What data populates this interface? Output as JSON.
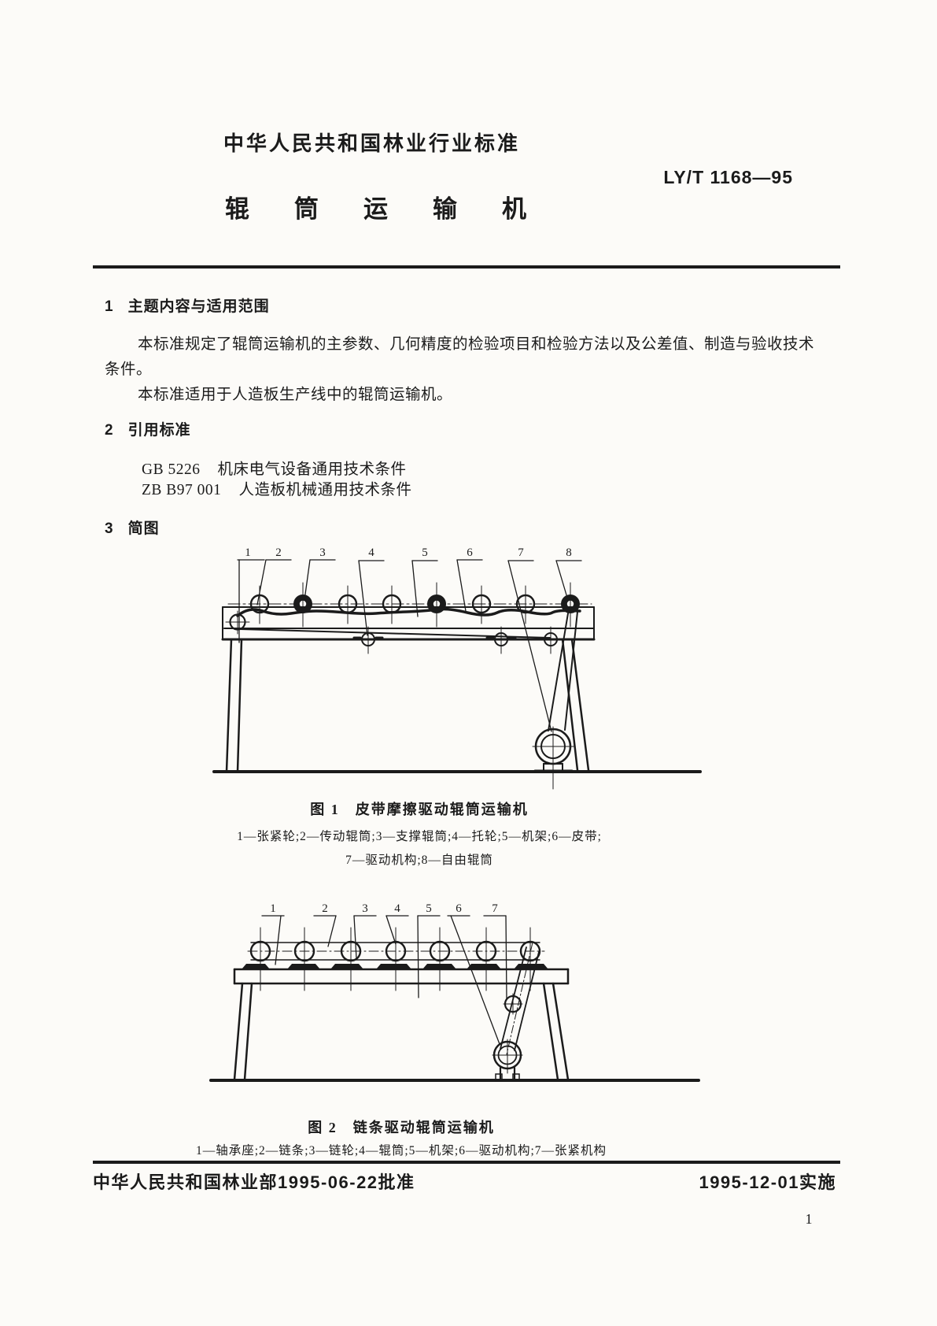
{
  "header": {
    "standard_class": "中华人民共和国林业行业标准",
    "standard_number": "LY/T 1168—95",
    "title": "辊筒运输机"
  },
  "section1": {
    "number": "1",
    "heading": "主题内容与适用范围",
    "paragraph1_line1": "本标准规定了辊筒运输机的主参数、几何精度的检验项目和检验方法以及公差值、制造与验收技术",
    "paragraph1_line2": "条件。",
    "paragraph2": "本标准适用于人造板生产线中的辊筒运输机。"
  },
  "section2": {
    "number": "2",
    "heading": "引用标准",
    "references": [
      {
        "code": "GB 5226",
        "title": "机床电气设备通用技术条件"
      },
      {
        "code": "ZB B97 001",
        "title": "人造板机械通用技术条件"
      }
    ]
  },
  "section3": {
    "number": "3",
    "heading": "简图"
  },
  "figure1": {
    "caption": "图 1　皮带摩擦驱动辊筒运输机",
    "legend_line1": "1—张紧轮;2—传动辊筒;3—支撑辊筒;4—托轮;5—机架;6—皮带;",
    "legend_line2": "7—驱动机构;8—自由辊筒",
    "callouts": [
      "1",
      "2",
      "3",
      "4",
      "5",
      "6",
      "7",
      "8"
    ]
  },
  "figure2": {
    "caption": "图 2　链条驱动辊筒运输机",
    "legend": "1—轴承座;2—链条;3—链轮;4—辊筒;5—机架;6—驱动机构;7—张紧机构",
    "callouts": [
      "1",
      "2",
      "3",
      "4",
      "5",
      "6",
      "7"
    ]
  },
  "footer": {
    "approval": "中华人民共和国林业部1995-06-22批准",
    "implementation": "1995-12-01实施",
    "page_number": "1"
  }
}
